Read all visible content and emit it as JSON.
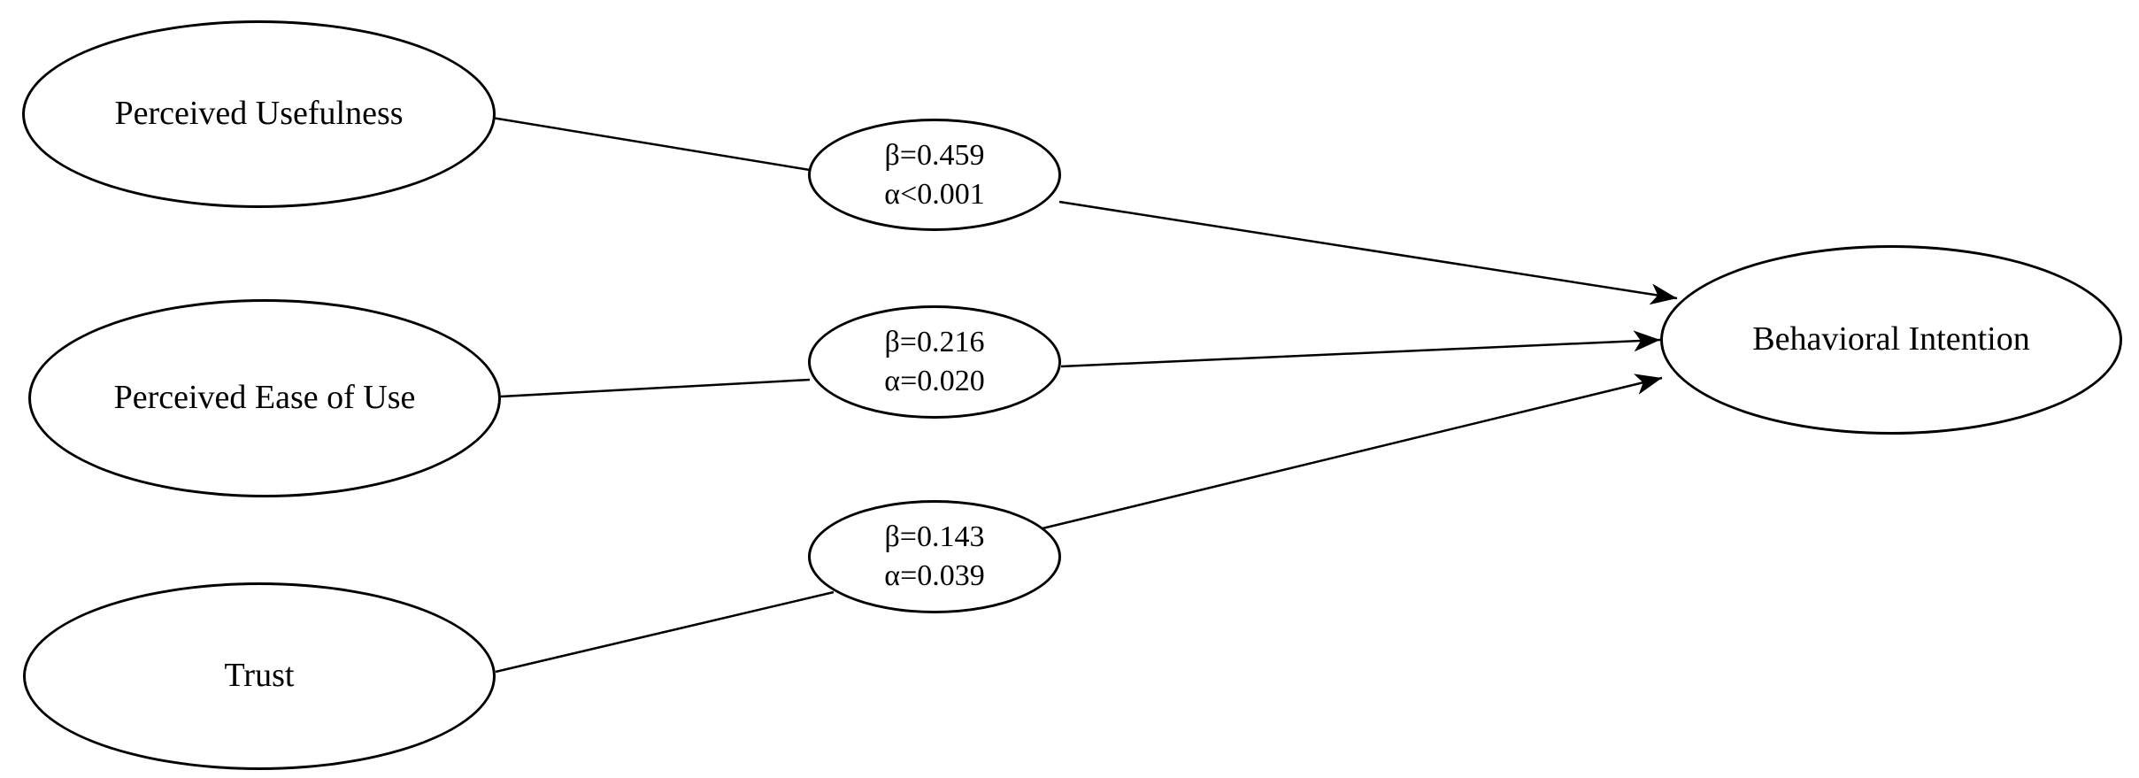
{
  "diagram": {
    "type": "path-model",
    "background_color": "#ffffff",
    "stroke_color": "#000000",
    "text_color": "#000000",
    "nodes": {
      "perceived_usefulness": {
        "label": "Perceived Usefulness",
        "role": "predictor"
      },
      "perceived_ease_of_use": {
        "label": "Perceived Ease of Use",
        "role": "predictor"
      },
      "trust": {
        "label": "Trust",
        "role": "predictor"
      },
      "behavioral_intention": {
        "label": "Behavioral Intention",
        "role": "outcome"
      }
    },
    "paths": [
      {
        "from": "Perceived Usefulness",
        "to": "Behavioral Intention",
        "beta_label": "β=0.459",
        "alpha_label": "α<0.001",
        "beta": 0.459,
        "alpha": "<0.001"
      },
      {
        "from": "Perceived Ease of Use",
        "to": "Behavioral Intention",
        "beta_label": "β=0.216",
        "alpha_label": "α=0.020",
        "beta": 0.216,
        "alpha": 0.02
      },
      {
        "from": "Trust",
        "to": "Behavioral Intention",
        "beta_label": "β=0.143",
        "alpha_label": "α=0.039",
        "beta": 0.143,
        "alpha": 0.039
      }
    ]
  }
}
